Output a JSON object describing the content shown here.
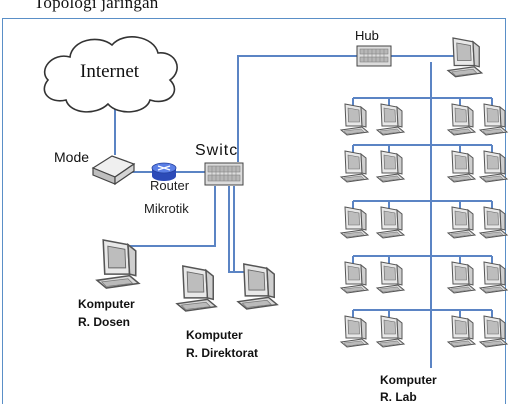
{
  "caption": "Topologi jaringan",
  "labels": {
    "internet": "Internet",
    "modem": "Mode",
    "router": "Router",
    "router_brand": "Mikrotik",
    "switch": "Switc",
    "hub": "Hub",
    "dosen_line1": "Komputer",
    "dosen_line2": "R. Dosen",
    "direktorat_line1": "Komputer",
    "direktorat_line2": "R. Direktorat",
    "lab_line1": "Komputer",
    "lab_line2": "R. Lab"
  },
  "colors": {
    "link": "#5b84c4",
    "frame": "#5a8fc7",
    "router": "#3b5ed6",
    "device_body": "#e6e6e6",
    "device_edge": "#555555"
  },
  "icons": {
    "cloud": "cloud-icon",
    "modem": "modem-icon",
    "router": "router-icon",
    "switch": "switch-icon",
    "hub": "hub-icon",
    "computer": "computer-icon"
  },
  "lab": {
    "rows": 5,
    "computers_per_row": 4
  }
}
